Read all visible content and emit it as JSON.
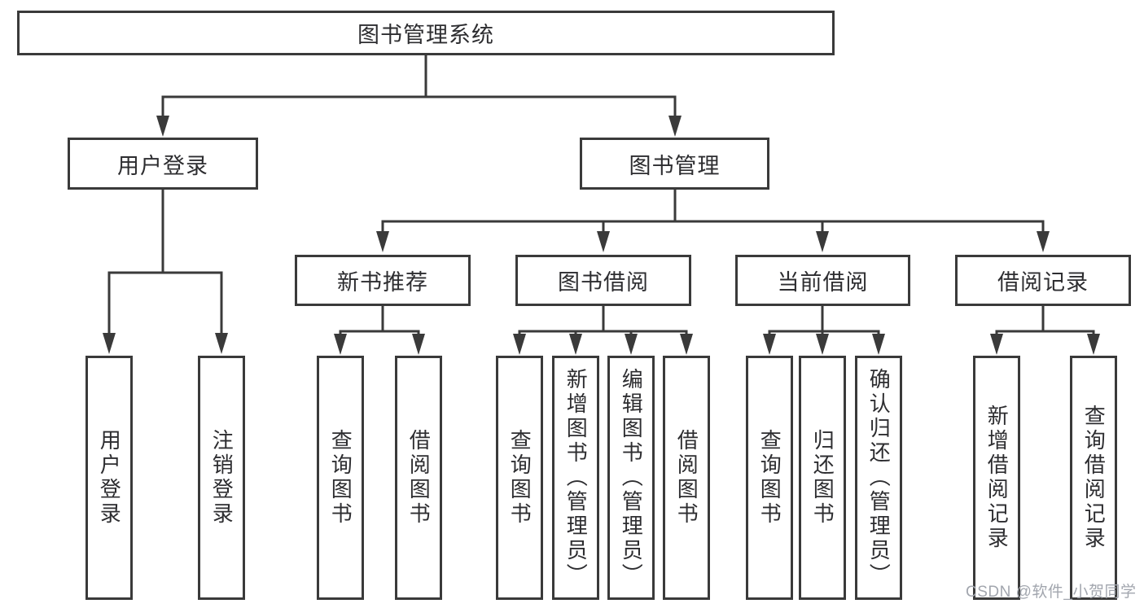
{
  "diagram": {
    "root": {
      "label": "图书管理系统"
    },
    "level2": [
      {
        "label": "用户登录",
        "children": [
          {
            "label": "用户登录"
          },
          {
            "label": "注销登录"
          }
        ]
      },
      {
        "label": "图书管理",
        "children": [
          {
            "label": "新书推荐",
            "children": [
              {
                "label": "查询图书"
              },
              {
                "label": "借阅图书"
              }
            ]
          },
          {
            "label": "图书借阅",
            "children": [
              {
                "label": "查询图书"
              },
              {
                "label": "新增图书（管理员）"
              },
              {
                "label": "编辑图书（管理员）"
              },
              {
                "label": "借阅图书"
              }
            ]
          },
          {
            "label": "当前借阅",
            "children": [
              {
                "label": "查询图书"
              },
              {
                "label": "归还图书"
              },
              {
                "label": "确认归还（管理员）"
              }
            ]
          },
          {
            "label": "借阅记录",
            "children": [
              {
                "label": "新增借阅记录"
              },
              {
                "label": "查询借阅记录"
              }
            ]
          }
        ]
      }
    ]
  },
  "watermark": {
    "text": "CSDN @软件_小贺同学"
  },
  "colors": {
    "line": "#3a3a3a",
    "text": "#2d2d30",
    "watermark": "#a2a6ae",
    "background": "#ffffff"
  }
}
